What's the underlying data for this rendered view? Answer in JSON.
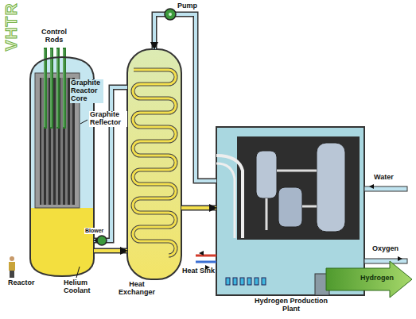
{
  "diagram": {
    "title": "VHTR",
    "nodes": [
      {
        "text": [
          "Reactor"
        ]
      },
      {
        "text": [
          "Heat Exchanger"
        ]
      },
      {
        "text": [
          "Hydrogen Production Plant"
        ]
      }
    ],
    "edges": [
      {
        "from": 0,
        "to": 1,
        "arrow": "to"
      },
      {
        "from": 1,
        "to": 0,
        "arrow": "to"
      },
      {
        "from": 1,
        "to": 2,
        "arrow": "to"
      },
      {
        "from": 2,
        "to": 1,
        "arrow": "to"
      }
    ],
    "labels": [
      "Control Rods",
      "Graphite Reactor Core",
      "Graphite Reflector",
      "Pump",
      "Blower",
      "Helium Coolant",
      "Heat Sink",
      "Water",
      "Oxygen",
      "Hydrogen"
    ]
  }
}
